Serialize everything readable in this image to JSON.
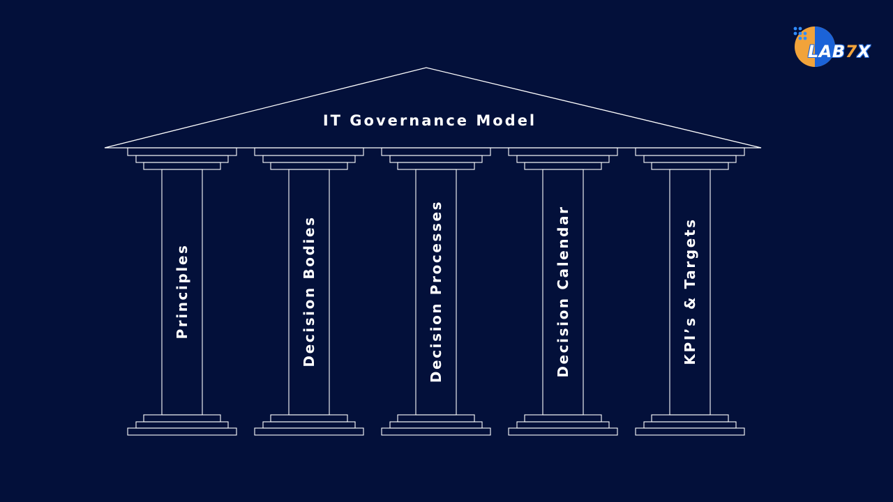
{
  "diagram": {
    "title": "IT Governance Model",
    "pillars": [
      {
        "label": "Principles"
      },
      {
        "label": "Decision Bodies"
      },
      {
        "label": "Decision Processes"
      },
      {
        "label": "Decision Calendar"
      },
      {
        "label": "KPI’s & Targets"
      }
    ]
  },
  "logo": {
    "text_prefix": "LAB",
    "text_accent": "7",
    "text_suffix": "X"
  },
  "colors": {
    "background": "#03103a",
    "line": "#ffffff",
    "text": "#ffffff",
    "logo_orange": "#f2a33a",
    "logo_blue": "#1b63d8"
  }
}
